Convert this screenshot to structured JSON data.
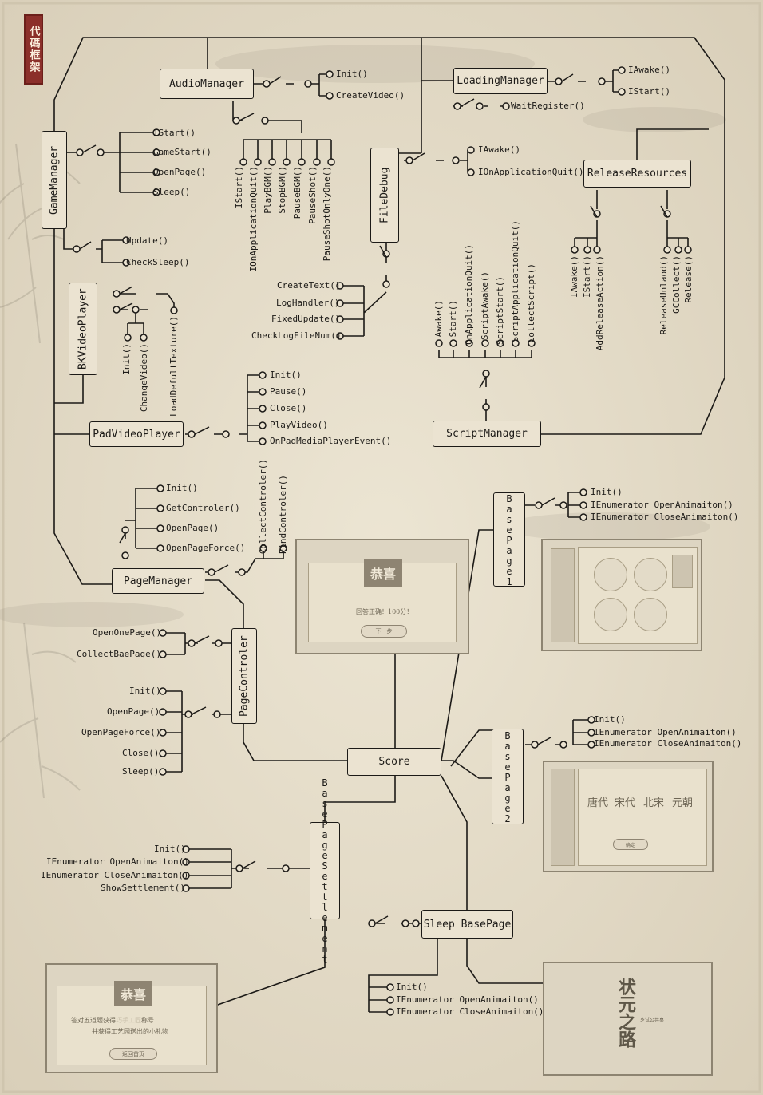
{
  "seal": "代碼框架",
  "boxes": {
    "game_manager": "GameManager",
    "audio_manager": "AudioManager",
    "loading_manager": "LoadingManager",
    "file_debug": "FileDebug",
    "release_resources": "ReleaseResources",
    "bk_video_player": "BKVideoPlayer",
    "pad_video_player": "PadVideoPlayer",
    "script_manager": "ScriptManager",
    "page_manager": "PageManager",
    "page_controler": "PageControler",
    "score": "Score",
    "base_page_1": "BasePage1",
    "base_page_2": "BasePage2",
    "base_page_settlement": "BasePageSettlement",
    "sleep_base_page": "Sleep BasePage"
  },
  "methods": {
    "game_manager": [
      "IStart()",
      "GameStart()",
      "OpenPage()",
      "Sleep()"
    ],
    "game_manager_update": [
      "Update()",
      "CheckSleep()"
    ],
    "audio_manager": [
      "Init()",
      "CreateVideo()"
    ],
    "audio_manager_vertical": [
      "IStart()",
      "IOnApplicationQuit()",
      "PlayBGM()",
      "StopBGM()",
      "PauseBGM()",
      "PauseShot()",
      "PauseShotOnlyOne()"
    ],
    "loading_manager": [
      "IAwake()",
      "IStart()"
    ],
    "loading_manager_wait": "WaitRegister()",
    "file_debug": [
      "IAwake()",
      "IOnApplicationQuit()"
    ],
    "file_debug_log": [
      "CreateText()",
      "LogHandler()",
      "FixedUpdate()",
      "CheckLogFileNum()"
    ],
    "release_left": [
      "IAwake()",
      "IStart()",
      "AddReleaseAction()"
    ],
    "release_right": [
      "ReleaseUnlaod()",
      "GCCollect()",
      "Release()"
    ],
    "bk_video_player": [
      "Init()",
      "ChangeVideo()",
      "LoadDefultTexture()"
    ],
    "pad_video_player": [
      "Init()",
      "Pause()",
      "Close()",
      "PlayVideo()",
      "OnPadMediaPlayerEvent()"
    ],
    "script_manager": [
      "Awake()",
      "Start()",
      "OnApplicationQuit()",
      "ScriptAwake()",
      "ScriptStart()",
      "ScriptApplicationQuit()",
      "CollectScript()"
    ],
    "page_manager": [
      "Init()",
      "GetControler()",
      "OpenPage()",
      "OpenPageForce()"
    ],
    "page_manager_vertical": [
      "CollectControler()",
      "FindControler()"
    ],
    "page_controler_top": [
      "OpenOnePage()",
      "CollectBaePage()"
    ],
    "page_controler_bottom": [
      "Init()",
      "OpenPage()",
      "OpenPageForce()",
      "Close()",
      "Sleep()"
    ],
    "base_page_1": [
      "Init()",
      "IEnumerator OpenAnimaiton()",
      "IEnumerator CloseAnimaiton()"
    ],
    "base_page_2": [
      "Init()",
      "IEnumerator OpenAnimaiton()",
      "IEnumerator CloseAnimaiton()"
    ],
    "base_page_settlement": [
      "Init()",
      "IEnumerator OpenAnimaiton()",
      "IEnumerator CloseAnimaiton()",
      "ShowSettlement()"
    ],
    "sleep_base_page": [
      "Init()",
      "IEnumerator OpenAnimaiton()",
      "IEnumerator CloseAnimaiton()"
    ]
  },
  "thumbnails": {
    "score_page": {
      "badge": "恭喜",
      "text": "回答正确！100分！",
      "button": "下一步"
    },
    "settlement_page": {
      "badge": "恭喜",
      "line1": "答对五道题获得",
      "highlight": "巧手工匠",
      "line1_suffix": "称号",
      "line2": "并获得工艺园送出的小礼物",
      "button": "返回首页"
    },
    "page1": {},
    "page2": {
      "words": [
        "唐代",
        "宋代",
        "北宋",
        "元朝"
      ],
      "button": "确定"
    },
    "sleep_page": {
      "title": "状元之路",
      "subtitle": "乡试公共桌"
    }
  },
  "colors": {
    "paper": "#e7dfcc",
    "ink": "#1c1a17",
    "seal": "#8b2f2a"
  }
}
